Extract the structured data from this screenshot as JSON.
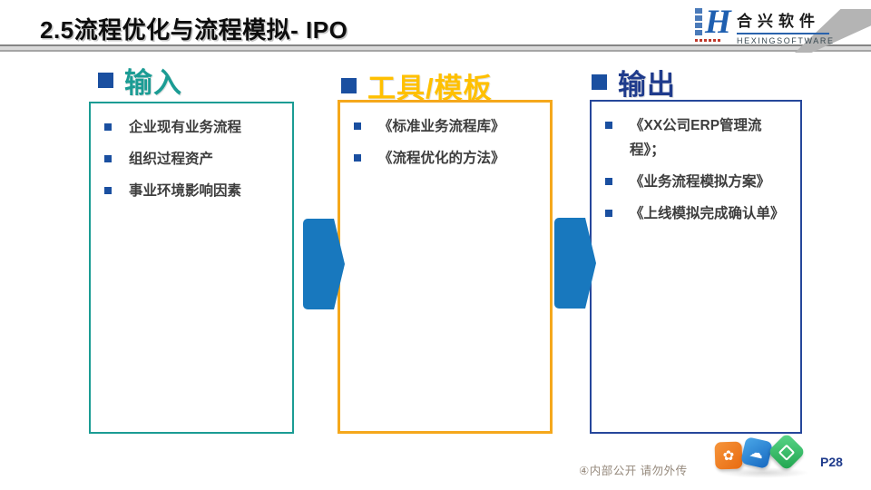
{
  "header": {
    "title": "2.5流程优化与流程模拟- IPO",
    "logo": {
      "company_cn": "合兴软件",
      "company_en": "HEXINGSOFTWARE",
      "mark_letter": "H"
    }
  },
  "columns": [
    {
      "header": "输入",
      "header_color": "#1B9C94",
      "border_color": "#1B9C94",
      "items": [
        "企业现有业务流程",
        "组织过程资产",
        "事业环境影响因素"
      ]
    },
    {
      "header": "工具/模板",
      "header_color": "#FFC000",
      "border_color": "#F5A81C",
      "items": [
        "《标准业务流程库》",
        "《流程优化的方法》"
      ]
    },
    {
      "header": "输出",
      "header_color": "#1F3B8C",
      "border_color": "#26479B",
      "items": [
        "《XX公司ERP管理流程》；",
        "《业务流程模拟方案》",
        "《上线模拟完成确认单》"
      ]
    }
  ],
  "arrows": {
    "color": "#1878BE",
    "direction": "right"
  },
  "bullet_color": "#1A4FA0",
  "footer": {
    "note": "④内部公开 请勿外传",
    "page": "P28"
  },
  "bottom_icons": [
    {
      "name": "flower-cube",
      "color": "#EE7518"
    },
    {
      "name": "cloud-cube",
      "color": "#1C7FD6"
    },
    {
      "name": "square-cube",
      "color": "#2EB45A"
    }
  ]
}
